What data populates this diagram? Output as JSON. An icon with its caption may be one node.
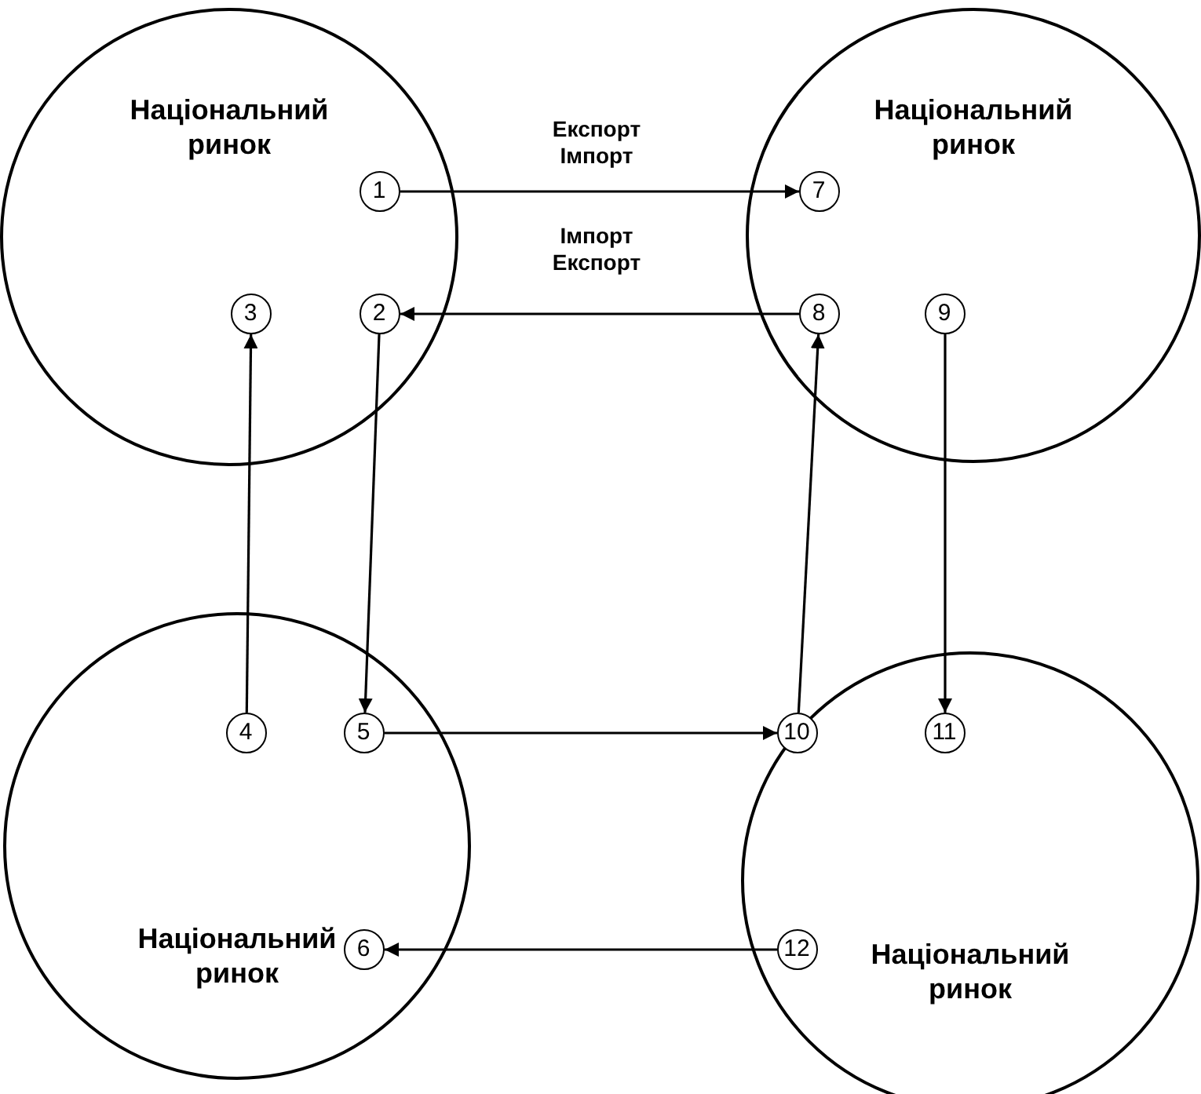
{
  "diagram": {
    "nodes": [
      {
        "text": [
          "Національний ринок"
        ]
      },
      {
        "text": [
          "1"
        ],
        "in": 0
      },
      {
        "text": [
          "2"
        ],
        "in": 0
      },
      {
        "text": [
          "3"
        ],
        "in": 0
      },
      {
        "text": [
          "Національний ринок"
        ]
      },
      {
        "text": [
          "7"
        ],
        "in": 4
      },
      {
        "text": [
          "8"
        ],
        "in": 4
      },
      {
        "text": [
          "9"
        ],
        "in": 4
      },
      {
        "text": [
          "Національний ринок"
        ]
      },
      {
        "text": [
          "4"
        ],
        "in": 8
      },
      {
        "text": [
          "5"
        ],
        "in": 8
      },
      {
        "text": [
          "6"
        ],
        "in": 8
      },
      {
        "text": [
          "Національний ринок"
        ]
      },
      {
        "text": [
          "10"
        ],
        "in": 12
      },
      {
        "text": [
          "11"
        ],
        "in": 12
      },
      {
        "text": [
          "12"
        ],
        "in": 12
      }
    ],
    "edges": [
      {
        "from": 1,
        "to": 5,
        "arrow": "to",
        "label": "Експорт Імпорт"
      },
      {
        "from": 6,
        "to": 2,
        "arrow": "to",
        "label": "Імпорт Експорт"
      },
      {
        "from": 2,
        "to": 10,
        "arrow": "to"
      },
      {
        "from": 9,
        "to": 3,
        "arrow": "to"
      },
      {
        "from": 10,
        "to": 13,
        "arrow": "to"
      },
      {
        "from": 13,
        "to": 6,
        "arrow": "to"
      },
      {
        "from": 7,
        "to": 14,
        "arrow": "to"
      },
      {
        "from": 15,
        "to": 11,
        "arrow": "to"
      }
    ]
  }
}
